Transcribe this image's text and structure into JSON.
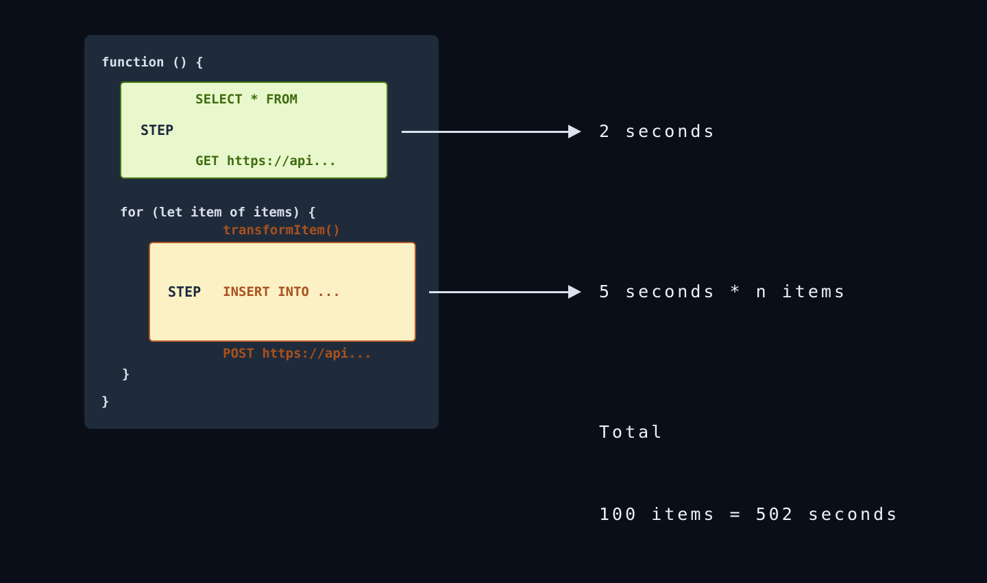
{
  "colors": {
    "background": "#0a0e18",
    "panel": "#1f2b3b",
    "panel_text": "#d9e0ea",
    "step_label": "#1c2940",
    "green_box_bg": "#e9f8cc",
    "green_box_border": "#4a7a1d",
    "green_box_text": "#3e6c10",
    "yellow_box_bg": "#fbf1c5",
    "yellow_box_border": "#b4592a",
    "yellow_box_text": "#aa511d",
    "arrow": "#dce3ee",
    "annotation_text": "#edf1f7"
  },
  "panel_code": {
    "function_open": "function () {",
    "for_open": "for (let item of items) {",
    "inner_close": "}",
    "outer_close": "}"
  },
  "steps": [
    {
      "label": "STEP",
      "lines": [
        "SELECT * FROM",
        "GET https://api..."
      ],
      "annotation": "2 seconds"
    },
    {
      "label": "STEP",
      "lines": [
        "transformItem()",
        "INSERT INTO ...",
        "POST https://api..."
      ],
      "annotation": "5 seconds * n items"
    }
  ],
  "total": {
    "title": "Total",
    "calculation": "100 items = 502 seconds"
  }
}
